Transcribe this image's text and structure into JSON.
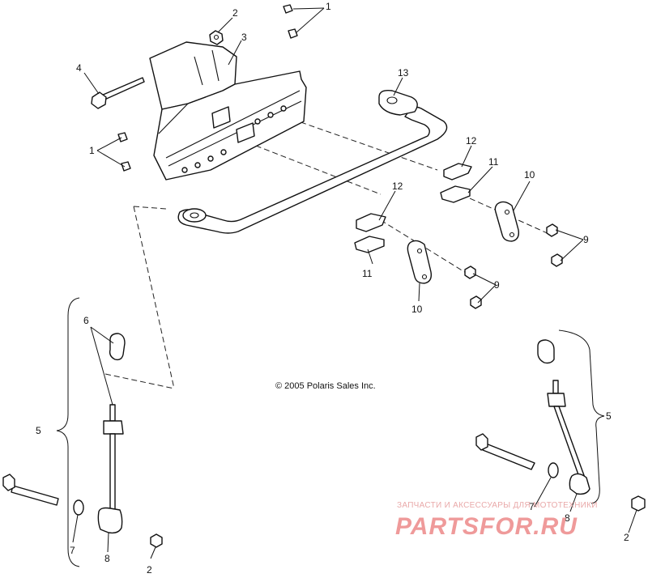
{
  "diagram": {
    "callouts": {
      "n1a": "1",
      "n1b": "1",
      "n2a": "2",
      "n2b": "2",
      "n2c": "2",
      "n3": "3",
      "n4": "4",
      "n5a": "5",
      "n5b": "5",
      "n6": "6",
      "n7a": "7",
      "n7b": "7",
      "n8a": "8",
      "n8b": "8",
      "n9a": "9",
      "n9b": "9",
      "n10a": "10",
      "n10b": "10",
      "n11a": "11",
      "n11b": "11",
      "n12a": "12",
      "n12b": "12",
      "n13": "13"
    },
    "copyright": "© 2005 Polaris Sales Inc."
  },
  "watermark": {
    "tagline": "ЗАПЧАСТИ И АКСЕССУАРЫ ДЛЯ МОТОТЕХНИКИ",
    "logo": "PARTSFOR.RU",
    "color": "#ef9a9a"
  }
}
